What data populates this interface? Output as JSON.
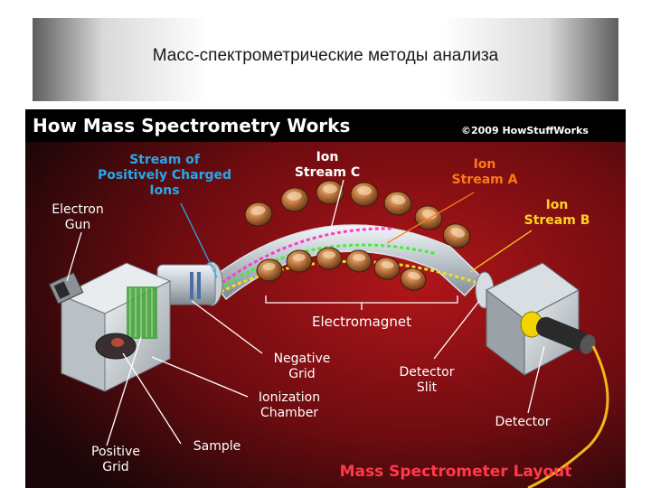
{
  "slide": {
    "title": "Масс-спектрометрические методы анализа"
  },
  "figure": {
    "heading": "How Mass Spectrometry Works",
    "copyright": "©2009 HowStuffWorks",
    "caption": "Mass Spectrometer Layout",
    "labels": {
      "stream_pos": [
        "Stream of",
        "Positively Charged",
        "Ions"
      ],
      "ion_stream_c": [
        "Ion",
        "Stream C"
      ],
      "ion_stream_a": [
        "Ion",
        "Stream A"
      ],
      "ion_stream_b": [
        "Ion",
        "Stream B"
      ],
      "electron_gun": [
        "Electron",
        "Gun"
      ],
      "electromagnet": "Electromagnet",
      "negative_grid": [
        "Negative",
        "Grid"
      ],
      "detector_slit": [
        "Detector",
        "Slit"
      ],
      "ionization_chamber": [
        "Ionization",
        "Chamber"
      ],
      "detector": "Detector",
      "sample": "Sample",
      "positive_grid": [
        "Positive",
        "Grid"
      ]
    },
    "colors": {
      "background_dark": "#1a0608",
      "background_red": "#9c1216",
      "header_band": "#000000",
      "label_blue": "#2aa7e8",
      "label_orange": "#ff7a14",
      "label_yellow": "#ffd21e",
      "label_white": "#ffffff",
      "caption_red": "#ff3a4a",
      "stream_pink": "#ff3cc8",
      "stream_green": "#44ee33",
      "stream_yellow": "#f0e020"
    }
  }
}
